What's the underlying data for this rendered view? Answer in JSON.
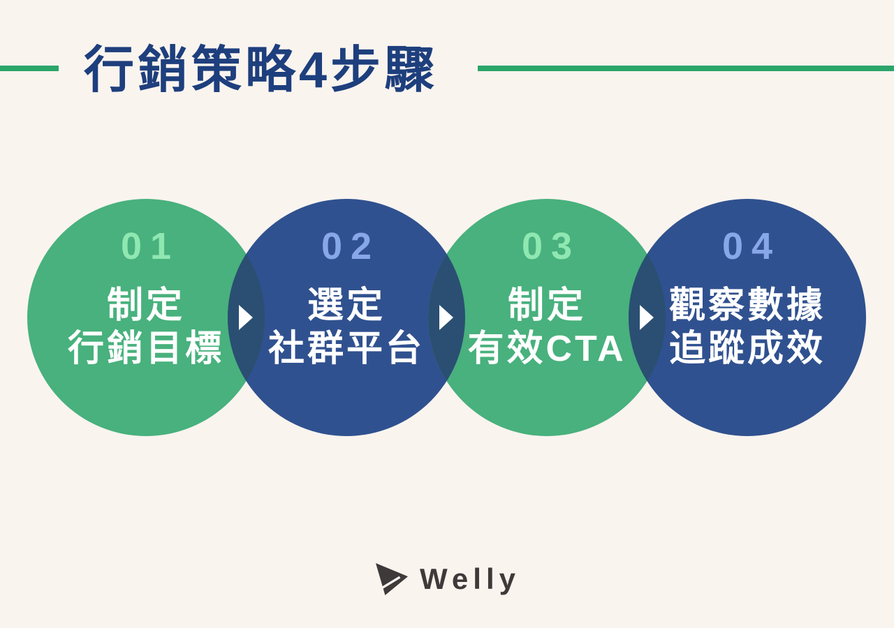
{
  "header": {
    "title": "行銷策略4步驟"
  },
  "steps": [
    {
      "number": "01",
      "line1": "制定",
      "line2": "行銷目標",
      "circle_color": "#48B17D",
      "number_color": "#8FE7B1"
    },
    {
      "number": "02",
      "line1": "選定",
      "line2": "社群平台",
      "circle_color": "#30518F",
      "number_color": "#87A7E9"
    },
    {
      "number": "03",
      "line1": "制定",
      "line2": "有效CTA",
      "circle_color": "#48B17D",
      "number_color": "#8FE7B1"
    },
    {
      "number": "04",
      "line1": "觀察數據",
      "line2": "追蹤成效",
      "circle_color": "#30518F",
      "number_color": "#87A7E9"
    }
  ],
  "colors": {
    "background": "#FAF4EF",
    "title_text": "#1E3F7D",
    "title_rule_green": "#2BA569",
    "circle_green": "#48B17D",
    "circle_blue": "#30518F",
    "overlap_lens": "#2A4F72",
    "arrow": "#FFFFFF",
    "step_text": "#FFFFFF",
    "brand": "#3E3A39"
  },
  "icons": {
    "arrow": "right-triangle-arrow-icon",
    "brand": "paper-plane-icon"
  },
  "footer": {
    "brand": "Welly"
  }
}
